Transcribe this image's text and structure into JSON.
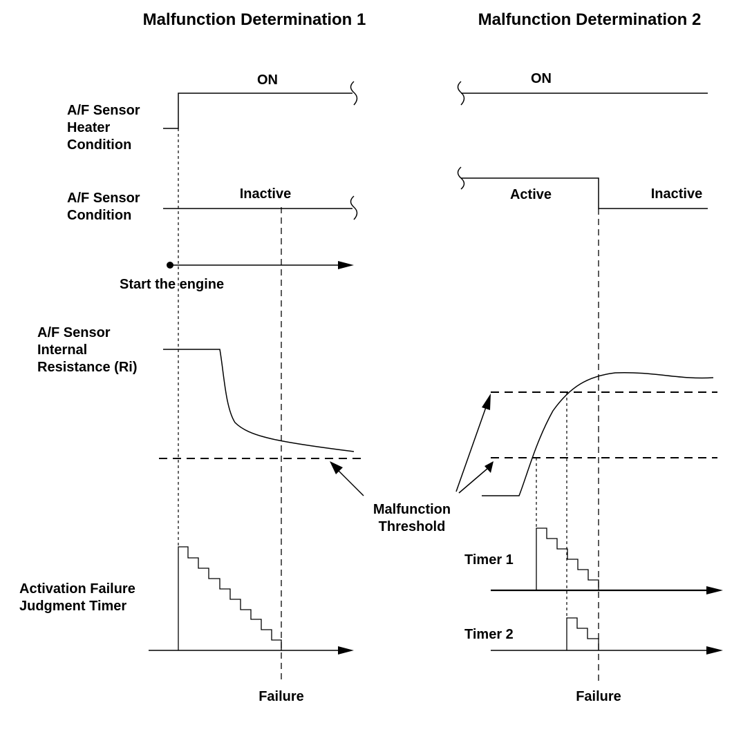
{
  "titles": {
    "left": "Malfunction Determination 1",
    "right": "Malfunction Determination 2"
  },
  "left_labels": {
    "heater_line1": "A/F Sensor",
    "heater_line2": "Heater",
    "heater_line3": "Condition",
    "heater_state": "ON",
    "sensor_line1": "A/F Sensor",
    "sensor_line2": "Condition",
    "sensor_state": "Inactive",
    "start": "Start the engine",
    "ri_line1": "A/F Sensor",
    "ri_line2": "Internal",
    "ri_line3": "Resistance (Ri)",
    "timer_line1": "Activation Failure",
    "timer_line2": "Judgment Timer",
    "failure": "Failure"
  },
  "center_labels": {
    "threshold_line1": "Malfunction",
    "threshold_line2": "Threshold"
  },
  "right_labels": {
    "heater_state": "ON",
    "sensor_active": "Active",
    "sensor_inactive": "Inactive",
    "timer1": "Timer 1",
    "timer2": "Timer 2",
    "failure": "Failure"
  }
}
